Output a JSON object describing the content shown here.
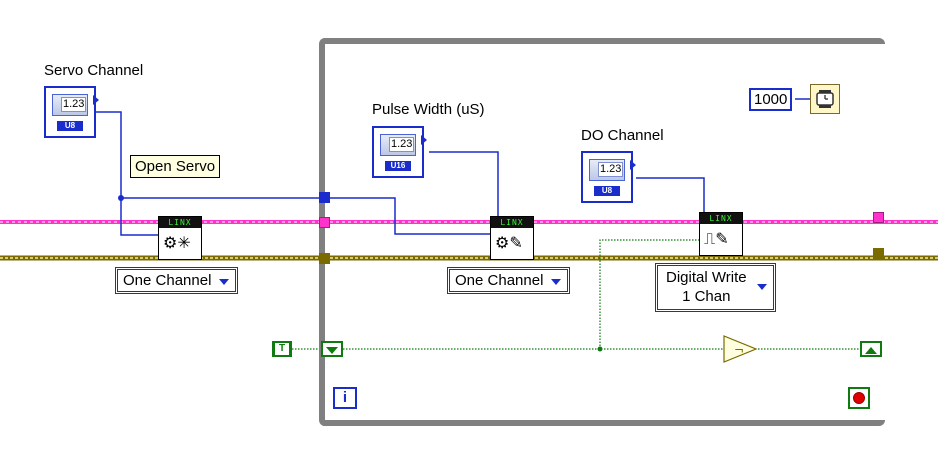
{
  "labels": {
    "servo_channel": "Servo Channel",
    "pulse_width": "Pulse Width (uS)",
    "do_channel": "DO Channel"
  },
  "controls": {
    "numeric_display": "1.23",
    "dtype_u8": "U8",
    "dtype_u16": "U16"
  },
  "tooltip": {
    "open_servo": "Open Servo"
  },
  "vis": {
    "banner": "LINX"
  },
  "rings": {
    "servo_open_mode": "One Channel",
    "servo_write_mode": "One Channel",
    "digital_write_line1": "Digital Write",
    "digital_write_line2": "1 Chan"
  },
  "constants": {
    "wait_ms": "1000",
    "boolean_true": "T",
    "iteration": "i"
  },
  "icons": {
    "wait": "stopwatch-icon",
    "not": "not-gate-icon",
    "stop": "stop-icon"
  },
  "colors": {
    "wire_u8": "#1a2ccc",
    "wire_resource": "#ff33cc",
    "wire_error": "#7a6a00",
    "wire_boolean": "#0f7a0f",
    "loop_border": "#808080"
  }
}
